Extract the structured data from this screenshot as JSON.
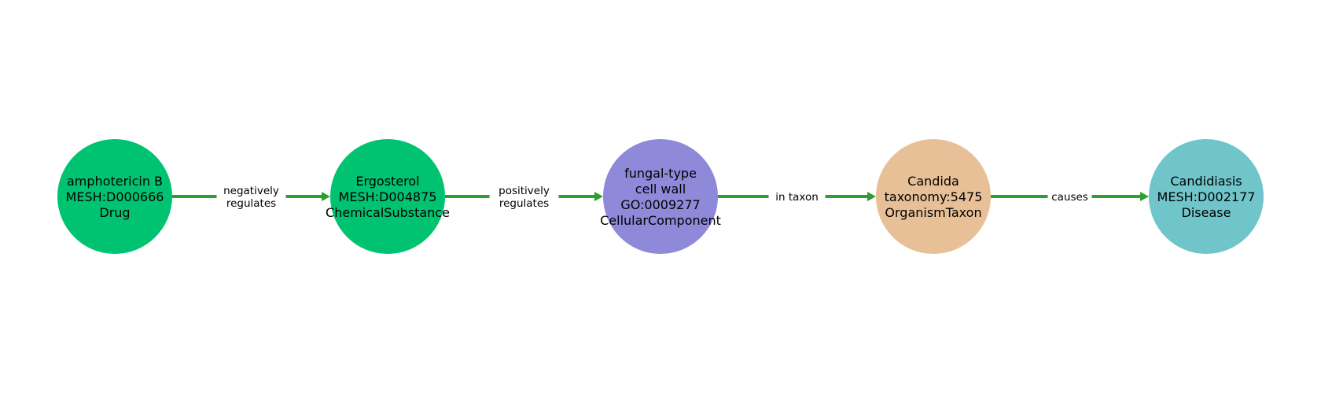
{
  "edge_color": "#2ca02c",
  "nodes": [
    {
      "lines": [
        "amphotericin B",
        "MESH:D000666",
        "Drug"
      ],
      "color": "#00c371"
    },
    {
      "lines": [
        "Ergosterol",
        "MESH:D004875",
        "ChemicalSubstance"
      ],
      "color": "#00c371"
    },
    {
      "lines": [
        "fungal-type",
        "cell wall",
        "GO:0009277",
        "CellularComponent"
      ],
      "color": "#8e89d9"
    },
    {
      "lines": [
        "Candida",
        "taxonomy:5475",
        "OrganismTaxon"
      ],
      "color": "#e8c097"
    },
    {
      "lines": [
        "Candidiasis",
        "MESH:D002177",
        "Disease"
      ],
      "color": "#70c5cb"
    }
  ],
  "edges": [
    {
      "from": 0,
      "to": 1,
      "lines": [
        "negatively",
        "regulates"
      ]
    },
    {
      "from": 1,
      "to": 2,
      "lines": [
        "positively",
        "regulates"
      ]
    },
    {
      "from": 2,
      "to": 3,
      "lines": [
        "in taxon"
      ]
    },
    {
      "from": 3,
      "to": 4,
      "lines": [
        "causes"
      ]
    }
  ]
}
